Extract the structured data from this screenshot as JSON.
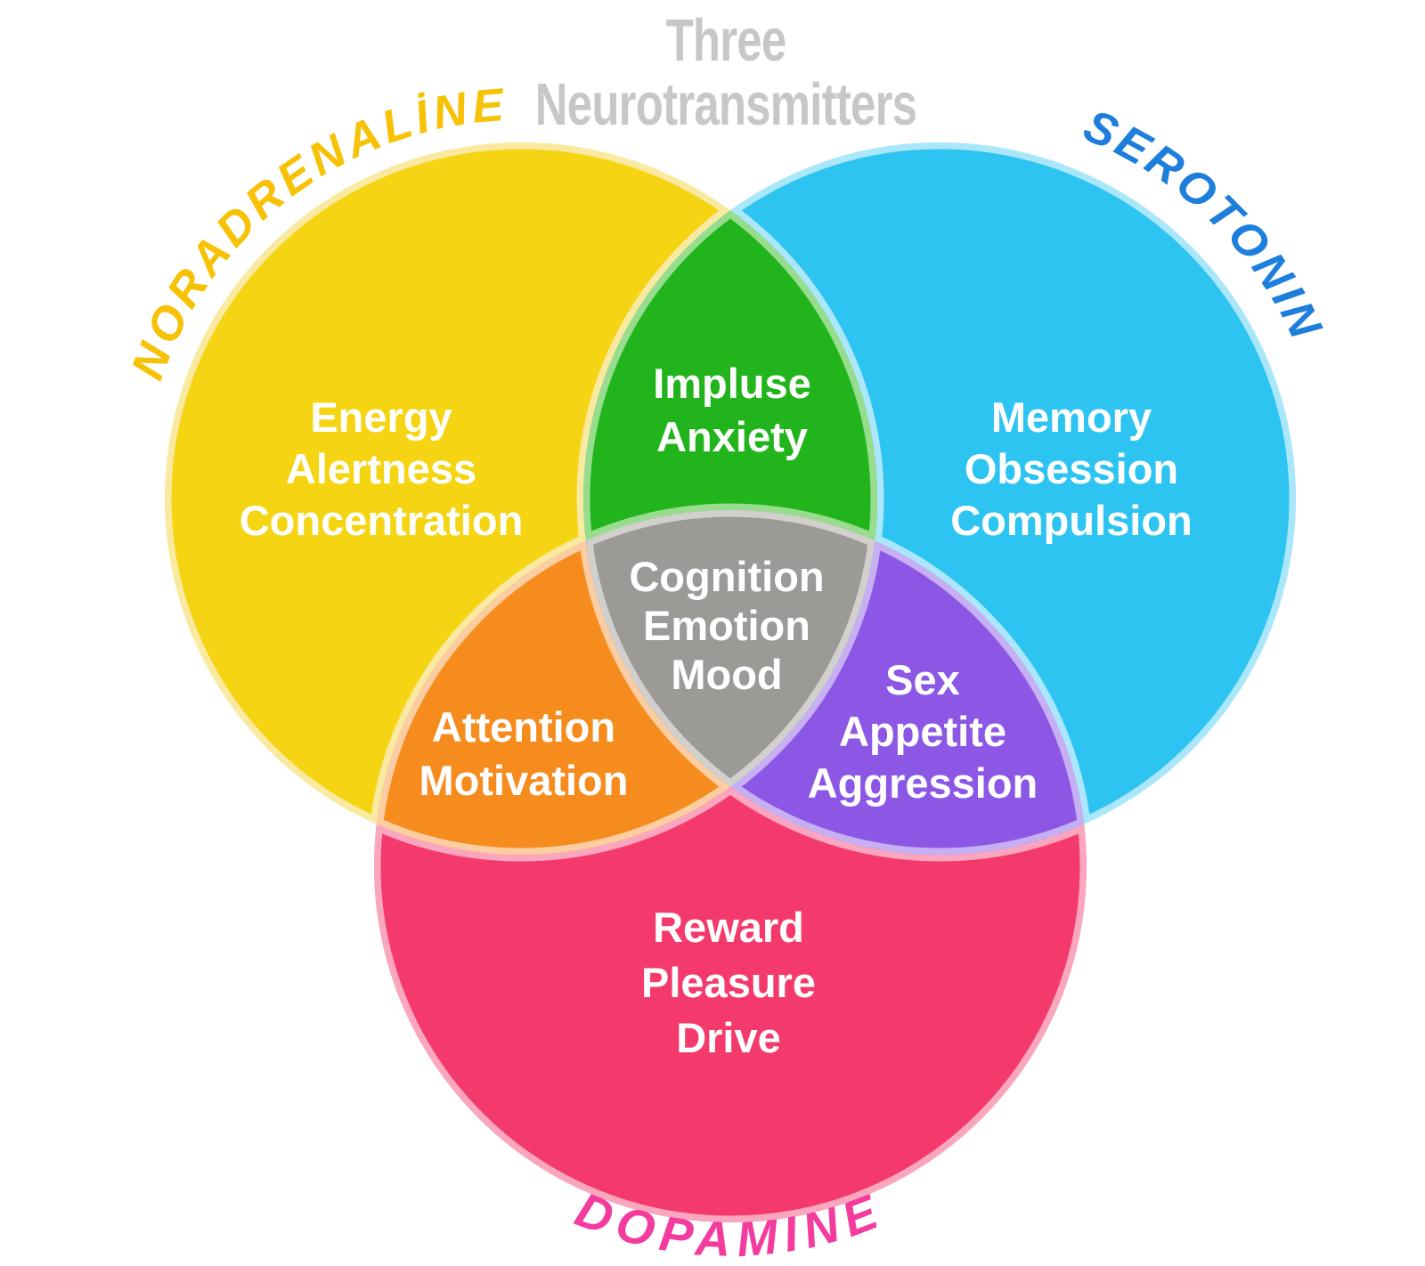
{
  "title": {
    "line1": "Three",
    "line2": "Neurotransmitters",
    "color": "#C7C7C7"
  },
  "sets": {
    "noradrenaline": {
      "label": "NORADRENALİNE",
      "label_color": "#F7C104",
      "fill": "#F5D513",
      "rim": "#FAE9A1",
      "items": [
        "Energy",
        "Alertness",
        "Concentration"
      ]
    },
    "serotonin": {
      "label": "SEROTONIN",
      "label_color": "#1E7EDC",
      "fill": "#2EC4F2",
      "rim": "#ABE7FA",
      "items": [
        "Memory",
        "Obsession",
        "Compulsion"
      ]
    },
    "dopamine": {
      "label": "DOPAMINE",
      "label_color": "#F43C9E",
      "fill": "#F43A6C",
      "rim": "#F9A6BE",
      "items": [
        "Reward",
        "Pleasure",
        "Drive"
      ]
    }
  },
  "overlaps": {
    "noradrenaline_serotonin": {
      "fill": "#21B41C",
      "rim": "#97DD8D",
      "items": [
        "Impluse",
        "Anxiety"
      ]
    },
    "noradrenaline_dopamine": {
      "fill": "#F78C1E",
      "rim": "#FBCDA0",
      "items": [
        "Attention",
        "Motivation"
      ]
    },
    "serotonin_dopamine": {
      "fill": "#8C57E5",
      "rim": "#C7AFF3",
      "items": [
        "Sex",
        "Appetite",
        "Aggression"
      ]
    },
    "center": {
      "fill": "#9C9A96",
      "rim": "#D2D0CC",
      "items": [
        "Cognition",
        "Emotion",
        "Mood"
      ]
    }
  },
  "text_color": "#FFFFFF"
}
